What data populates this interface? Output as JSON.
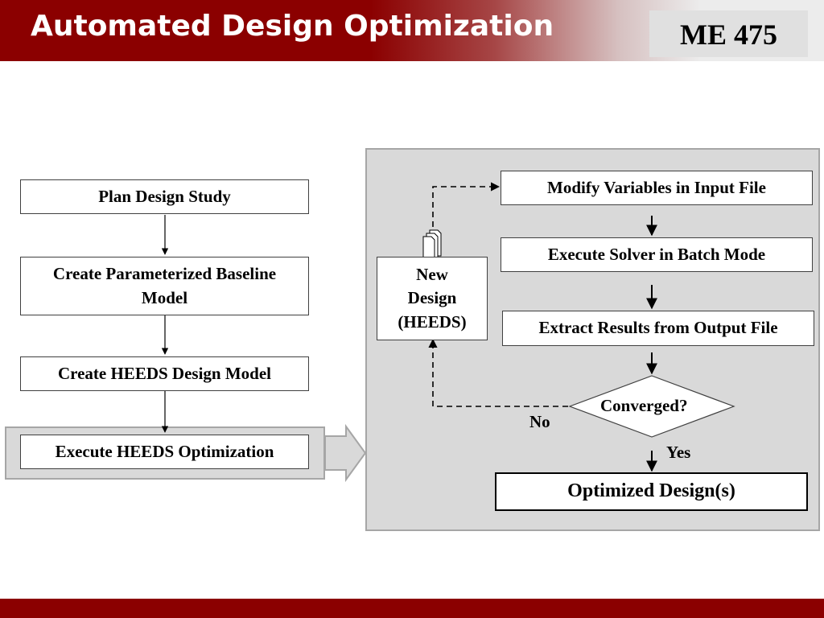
{
  "header": {
    "title": "Automated Design Optimization",
    "course": "ME 475"
  },
  "colors": {
    "header_bg": "#8b0000",
    "panel_bg": "#d9d9d9",
    "panel_border": "#a6a6a6",
    "footer_bg": "#8b0000"
  },
  "left_flow": {
    "steps": [
      "Plan Design Study",
      "Create Parameterized Baseline Model",
      "Create HEEDS Design Model",
      "Execute HEEDS Optimization"
    ]
  },
  "heeds_box": {
    "line1": "New",
    "line2": "Design",
    "line3": "(HEEDS)"
  },
  "loop": {
    "modify": "Modify Variables in Input File",
    "execute": "Execute Solver in Batch Mode",
    "extract": "Extract Results from Output File",
    "decision": "Converged?",
    "no": "No",
    "yes": "Yes",
    "result": "Optimized Design(s)"
  },
  "icons": {
    "document": "document-stack-icon",
    "big_arrow": "block-arrow-right-icon"
  }
}
